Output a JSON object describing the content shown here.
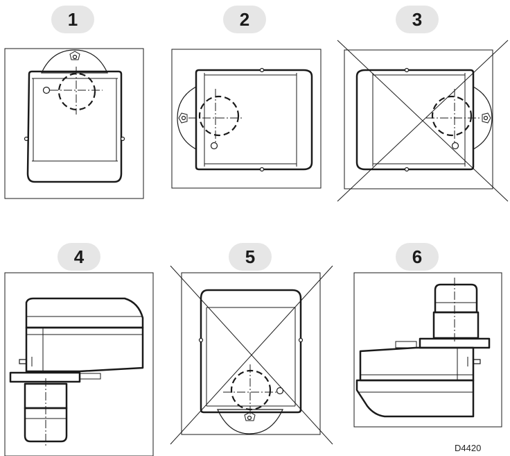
{
  "positions": [
    {
      "number": "1",
      "allowed": true
    },
    {
      "number": "2",
      "allowed": true
    },
    {
      "number": "3",
      "allowed": false
    },
    {
      "number": "4",
      "allowed": true
    },
    {
      "number": "5",
      "allowed": false
    },
    {
      "number": "6",
      "allowed": true
    }
  ],
  "reference_code": "D4420"
}
